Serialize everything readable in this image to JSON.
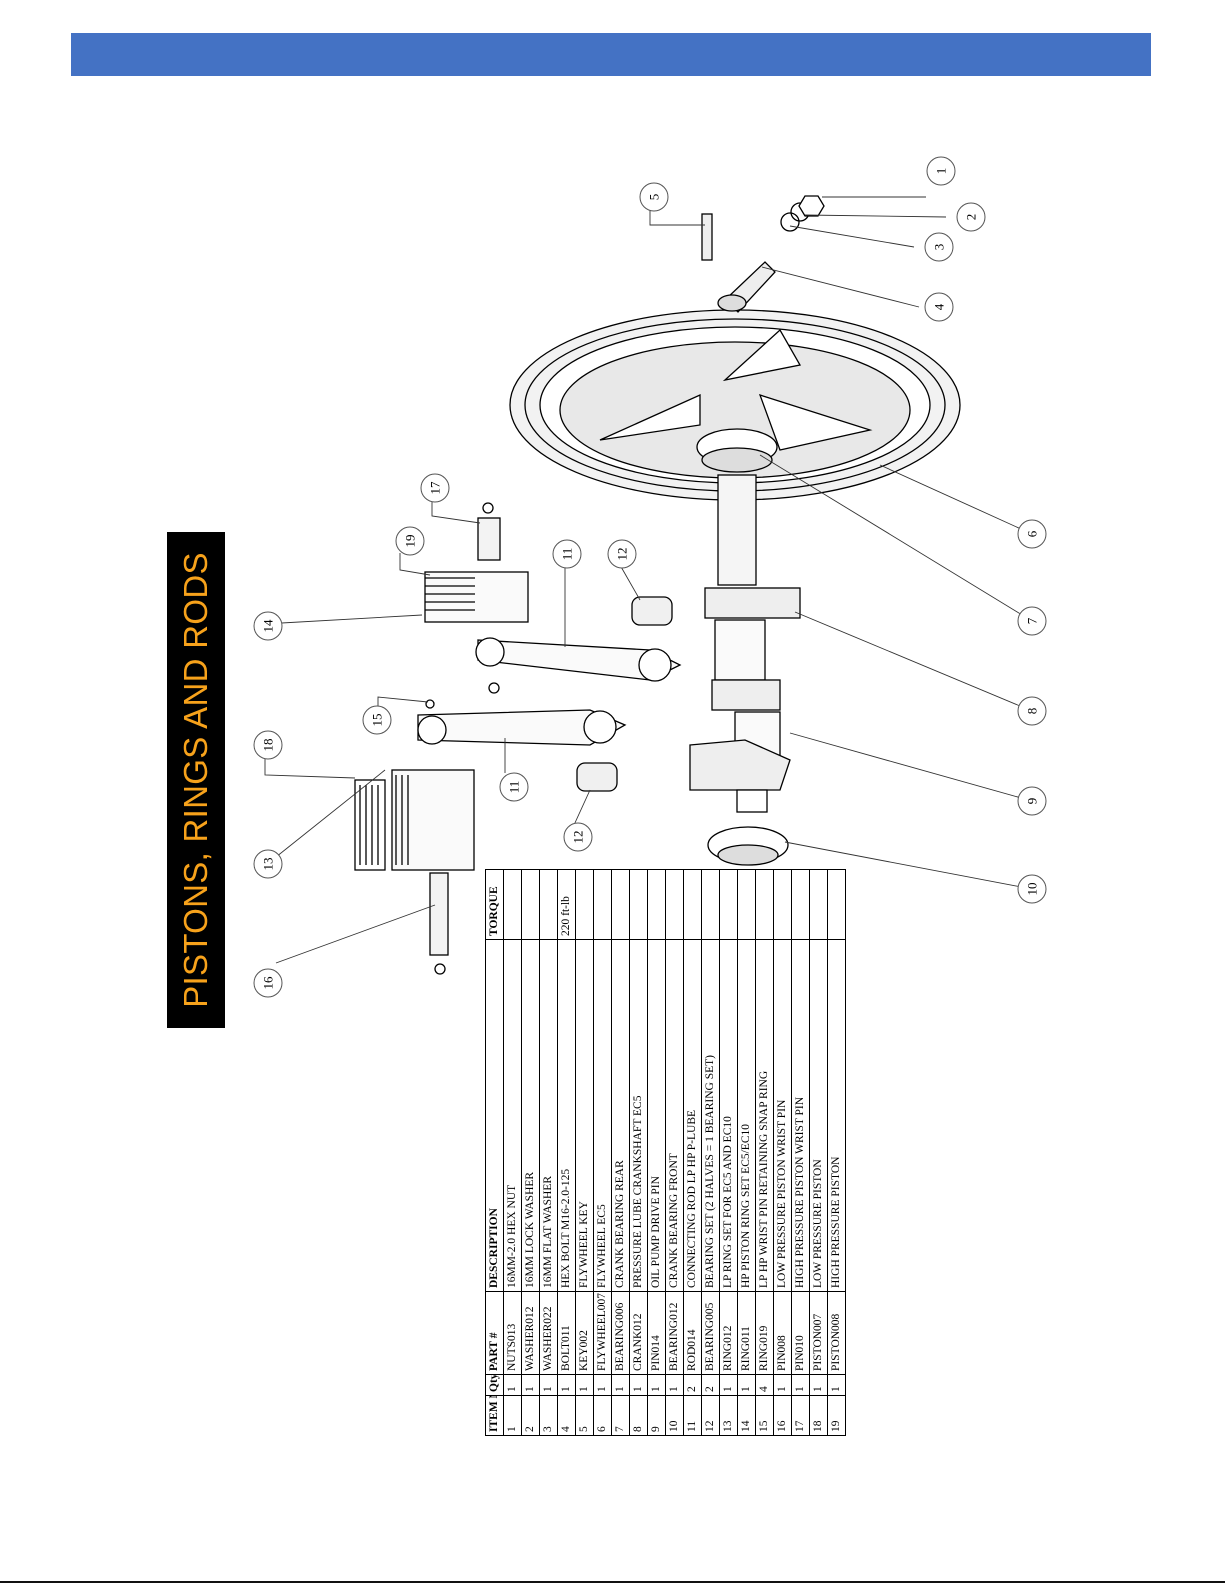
{
  "header": {
    "banner_color": "#4472c4"
  },
  "title": {
    "text": "PISTONS, RINGS AND RODS",
    "text_color": "#f7a21b",
    "box_color": "#000000"
  },
  "parts_table": {
    "headers": [
      "ITEM NO.",
      "Qty",
      "PART #",
      "DESCRIPTION",
      "TORQUE"
    ],
    "rows": [
      [
        "1",
        "1",
        "NUTS013",
        "16MM-2.0 HEX NUT",
        ""
      ],
      [
        "2",
        "1",
        "WASHER012",
        "16MM LOCK WASHER",
        ""
      ],
      [
        "3",
        "1",
        "WASHER022",
        "16MM FLAT WASHER",
        ""
      ],
      [
        "4",
        "1",
        "BOLT011",
        "HEX BOLT M16-2.0-125",
        "220 ft-lb"
      ],
      [
        "5",
        "1",
        "KEY002",
        "FLYWHEEL KEY",
        ""
      ],
      [
        "6",
        "1",
        "FLYWHEEL007",
        "FLYWHEEL EC5",
        ""
      ],
      [
        "7",
        "1",
        "BEARING006",
        "CRANK BEARING REAR",
        ""
      ],
      [
        "8",
        "1",
        "CRANK012",
        "PRESSURE LUBE CRANKSHAFT EC5",
        ""
      ],
      [
        "9",
        "1",
        "PIN014",
        "OIL PUMP DRIVE PIN",
        ""
      ],
      [
        "10",
        "1",
        "BEARING012",
        "CRANK BEARING FRONT",
        ""
      ],
      [
        "11",
        "2",
        "ROD014",
        "CONNECTING ROD LP HP P-LUBE",
        ""
      ],
      [
        "12",
        "2",
        "BEARING005",
        "BEARING SET (2 HALVES = 1 BEARING SET)",
        ""
      ],
      [
        "13",
        "1",
        "RING012",
        "LP RING SET FOR EC5 AND EC10",
        ""
      ],
      [
        "14",
        "1",
        "RING011",
        "HP PISTON RING SET EC5/EC10",
        ""
      ],
      [
        "15",
        "4",
        "RING019",
        "LP HP WRIST PIN RETAINING SNAP RING",
        ""
      ],
      [
        "16",
        "1",
        "PIN008",
        "LOW PRESSURE PISTON WRIST PIN",
        ""
      ],
      [
        "17",
        "1",
        "PIN010",
        "HIGH PRESSURE PISTON WRIST PIN",
        ""
      ],
      [
        "18",
        "1",
        "PISTON007",
        "LOW PRESSURE PISTON",
        ""
      ],
      [
        "19",
        "1",
        "PISTON008",
        "HIGH PRESSURE PISTON",
        ""
      ]
    ]
  },
  "callouts": [
    "1",
    "2",
    "3",
    "4",
    "5",
    "6",
    "7",
    "8",
    "9",
    "10",
    "11",
    "11",
    "12",
    "12",
    "13",
    "14",
    "15",
    "16",
    "17",
    "18",
    "19"
  ]
}
